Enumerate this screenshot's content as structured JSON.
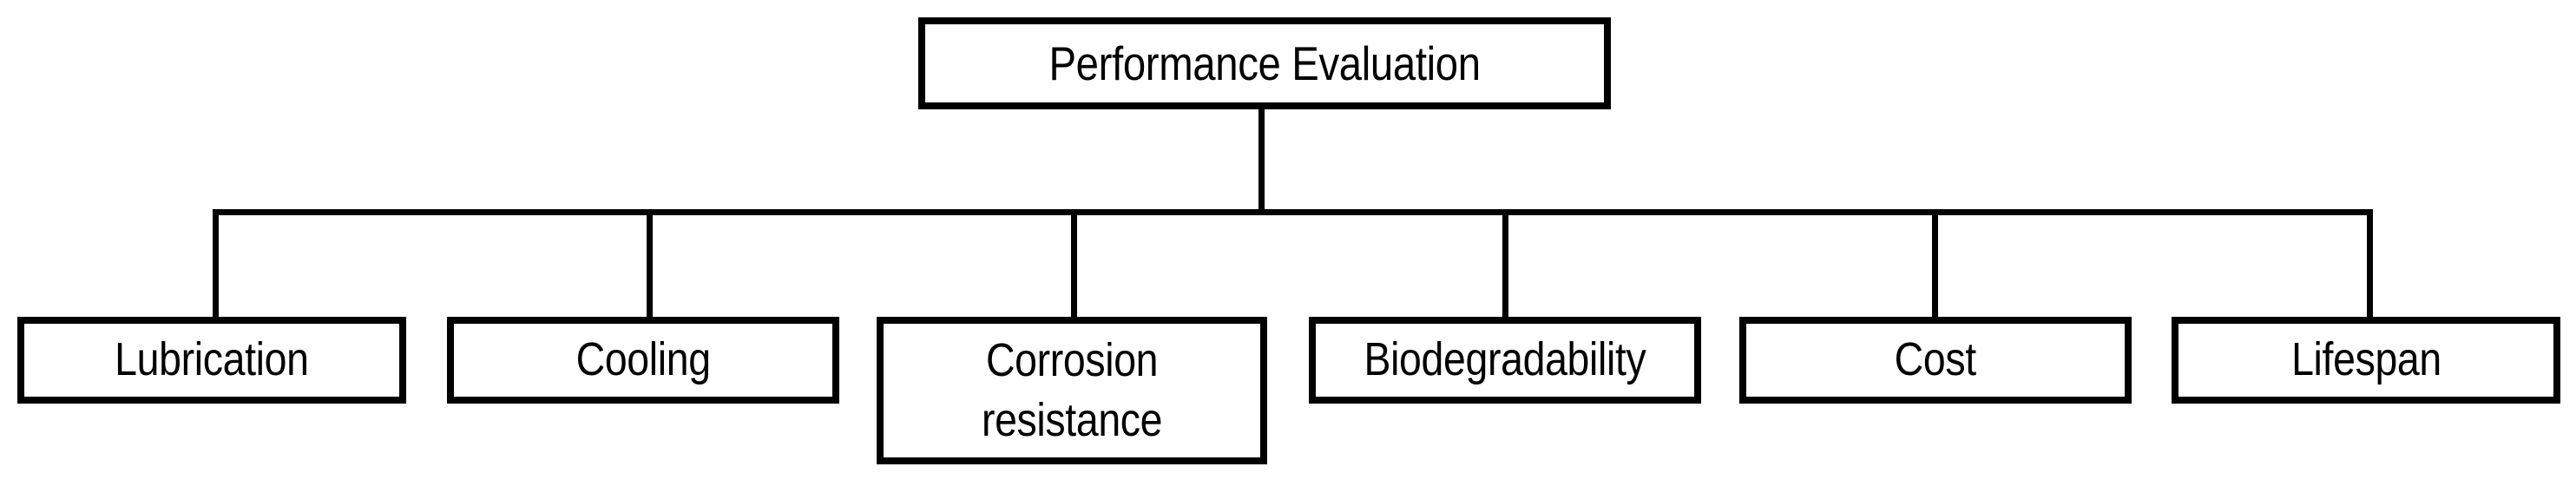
{
  "diagram": {
    "type": "hierarchy-tree",
    "orientation": "top-down",
    "title": "Performance Evaluation",
    "root": {
      "id": "root",
      "label": "Performance Evaluation"
    },
    "children": [
      {
        "id": "lubrication",
        "label": "Lubrication"
      },
      {
        "id": "cooling",
        "label": "Cooling"
      },
      {
        "id": "corrosion",
        "label": "Corrosion\nresistance"
      },
      {
        "id": "biodegradability",
        "label": "Biodegradability"
      },
      {
        "id": "cost",
        "label": "Cost"
      },
      {
        "id": "lifespan",
        "label": "Lifespan"
      }
    ],
    "colors": {
      "background": "#ffffff",
      "box_fill": "#ffffff",
      "box_border": "#000000",
      "connector": "#000000",
      "text": "#000000"
    }
  }
}
